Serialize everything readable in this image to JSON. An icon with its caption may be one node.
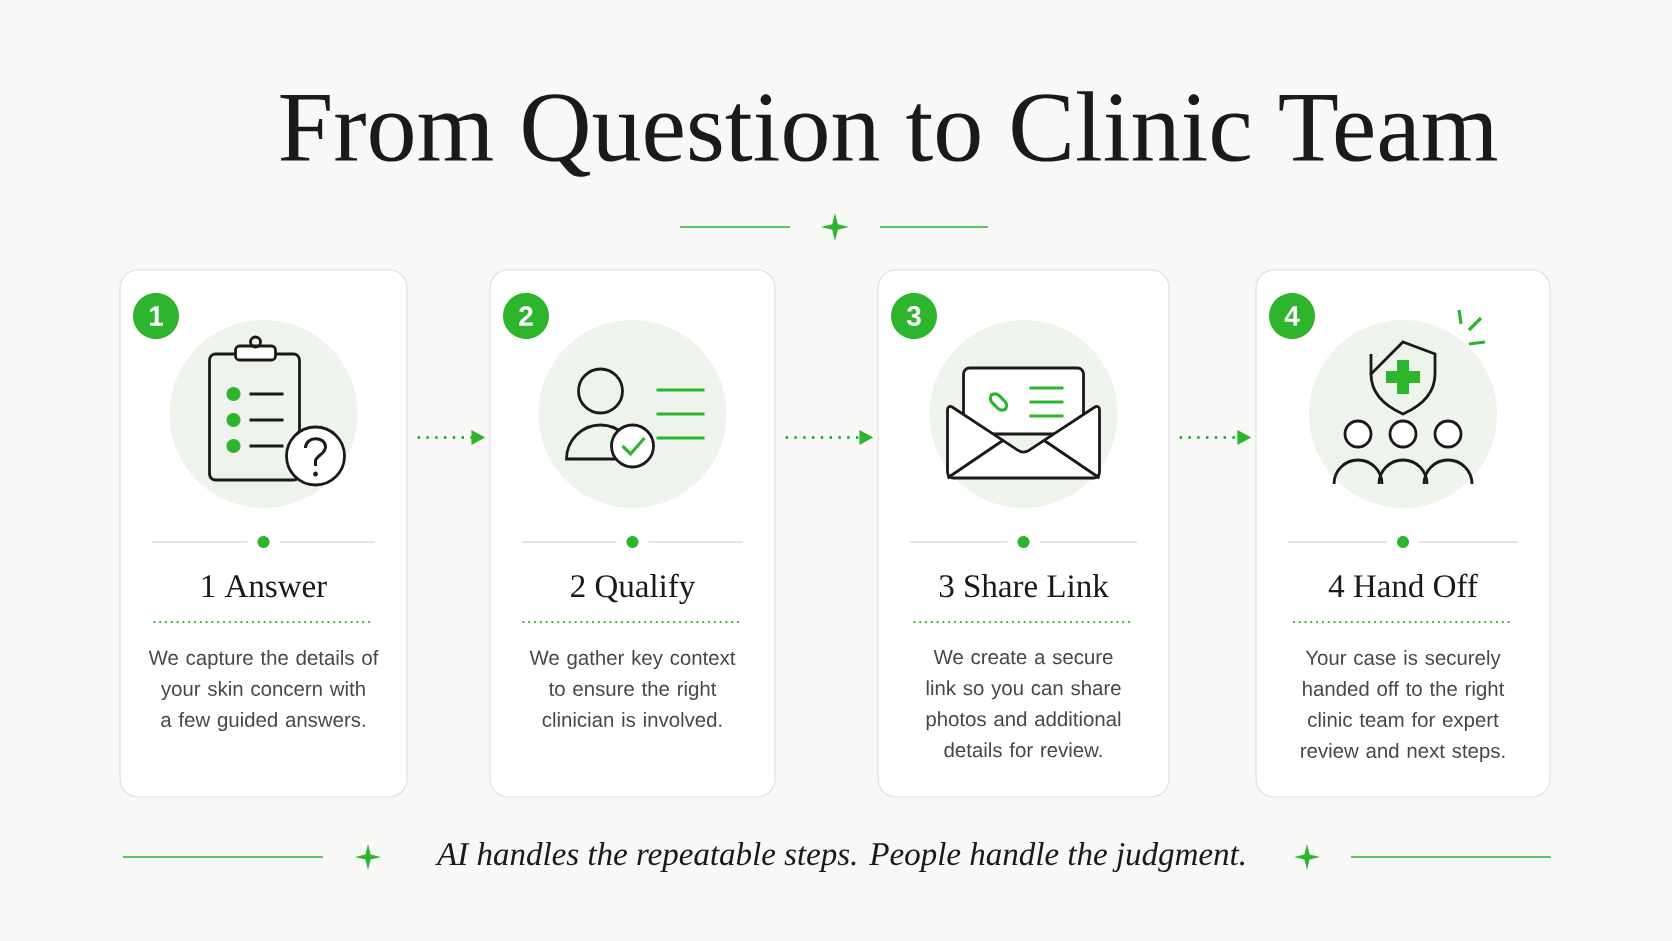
{
  "diagram": {
    "title": "From Question to Clinic Team",
    "nodes": [
      {
        "text": [
          "1 Answer",
          "We capture the details of your skin concern with a few guided answers."
        ]
      },
      {
        "text": [
          "1"
        ],
        "in": 0
      },
      {
        "text": [
          "2 Qualify",
          "We gather key context to ensure the right clinician is involved."
        ]
      },
      {
        "text": [
          "2"
        ],
        "in": 2
      },
      {
        "text": [
          "3 Share Link",
          "We create a secure link so you can share photos and additional details for review."
        ]
      },
      {
        "text": [
          "3"
        ],
        "in": 4
      },
      {
        "text": [
          "4 Hand Off",
          "Your case is securely handed off to the right clinic team for expert review and next steps."
        ]
      },
      {
        "text": [
          "4"
        ],
        "in": 6
      }
    ],
    "edges": [
      {
        "from": 0,
        "to": 2,
        "arrow": "to"
      },
      {
        "from": 2,
        "to": 4,
        "arrow": "to"
      },
      {
        "from": 4,
        "to": 6,
        "arrow": "to"
      }
    ],
    "caption": "AI handles the repeatable steps. People handle the judgment."
  }
}
